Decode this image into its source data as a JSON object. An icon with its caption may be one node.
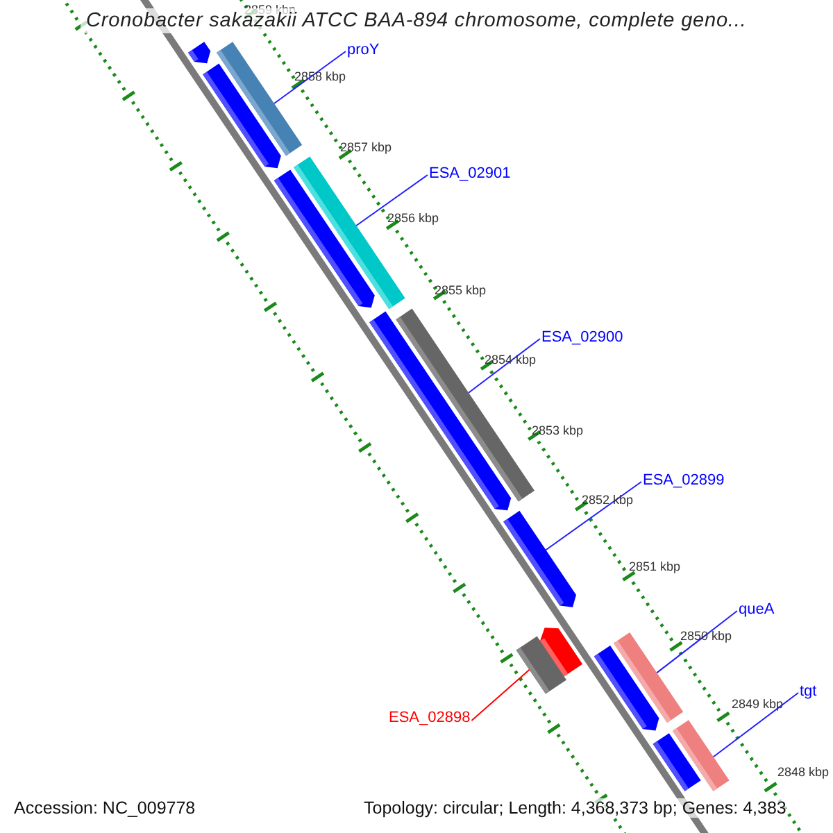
{
  "diagram": {
    "title": "Cronobacter sakazakii ATCC BAA-894 chromosome, complete geno...",
    "nodes": [
      {
        "text": [
          "proY"
        ]
      },
      {
        "text": [],
        "shape": "bar"
      },
      {
        "text": [
          "ESA_02901"
        ]
      },
      {
        "text": [],
        "shape": "bar"
      },
      {
        "text": [
          "ESA_02900"
        ]
      },
      {
        "text": [],
        "shape": "bar"
      },
      {
        "text": [
          "ESA_02899"
        ]
      },
      {
        "text": [],
        "shape": "arrow"
      },
      {
        "text": [
          "queA"
        ]
      },
      {
        "text": [],
        "shape": "bar"
      },
      {
        "text": [
          "tgt"
        ]
      },
      {
        "text": [],
        "shape": "bar"
      },
      {
        "text": [
          "ESA_02898"
        ]
      },
      {
        "text": [],
        "shape": "bar"
      }
    ],
    "edges": [
      {
        "from": 0,
        "to": 1,
        "arrow": "none"
      },
      {
        "from": 2,
        "to": 3,
        "arrow": "none"
      },
      {
        "from": 4,
        "to": 5,
        "arrow": "none"
      },
      {
        "from": 6,
        "to": 7,
        "arrow": "none"
      },
      {
        "from": 8,
        "to": 9,
        "arrow": "none"
      },
      {
        "from": 10,
        "to": 11,
        "arrow": "none"
      },
      {
        "from": 12,
        "to": 13,
        "arrow": "none",
        "color": "#ff0000"
      }
    ],
    "labels": [
      "2859 kbp",
      "2858 kbp",
      "2857 kbp",
      "2856 kbp",
      "2855 kbp",
      "2854 kbp",
      "2853 kbp",
      "2852 kbp",
      "2851 kbp",
      "2850 kbp",
      "2849 kbp",
      "2848 kbp",
      "Accession: NC_009778",
      "Topology: circular; Length: 4,368,373 bp; Genes: 4,383"
    ]
  }
}
